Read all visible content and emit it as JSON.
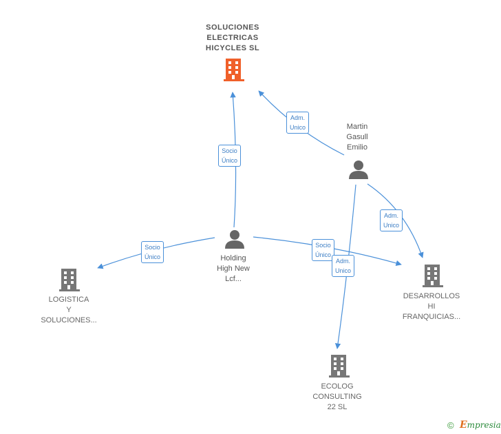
{
  "nodes": {
    "hicycles": {
      "lines": [
        "SOLUCIONES",
        "ELECTRICAS",
        "HICYCLES  SL"
      ]
    },
    "martin": {
      "lines": [
        "Martin",
        "Gasull",
        "Emilio"
      ]
    },
    "holding": {
      "lines": [
        "Holding",
        "High New",
        "Lcf..."
      ]
    },
    "logistica": {
      "lines": [
        "LOGISTICA",
        "Y",
        "SOLUCIONES..."
      ]
    },
    "desarrollos": {
      "lines": [
        "DESARROLLOS",
        "HI",
        "FRANQUICIAS..."
      ]
    },
    "ecolog": {
      "lines": [
        "ECOLOG",
        "CONSULTING",
        "22  SL"
      ]
    }
  },
  "edges": {
    "holding_hicycles": [
      "Socio",
      "Único"
    ],
    "martin_hicycles": [
      "Adm.",
      "Unico"
    ],
    "martin_desarrollos": [
      "Adm.",
      "Unico"
    ],
    "holding_logistica": [
      "Socio",
      "Único"
    ],
    "holding_desarrollos": [
      "Socio",
      "Único"
    ],
    "martin_ecolog": [
      "Adm.",
      "Unico"
    ]
  },
  "colors": {
    "focus_company": "#f0602a",
    "company": "#777777",
    "person": "#666666",
    "edge": "#4a90d9"
  },
  "footer": {
    "copyright": "©",
    "brand_initial": "E",
    "brand_rest": "mpresia"
  }
}
